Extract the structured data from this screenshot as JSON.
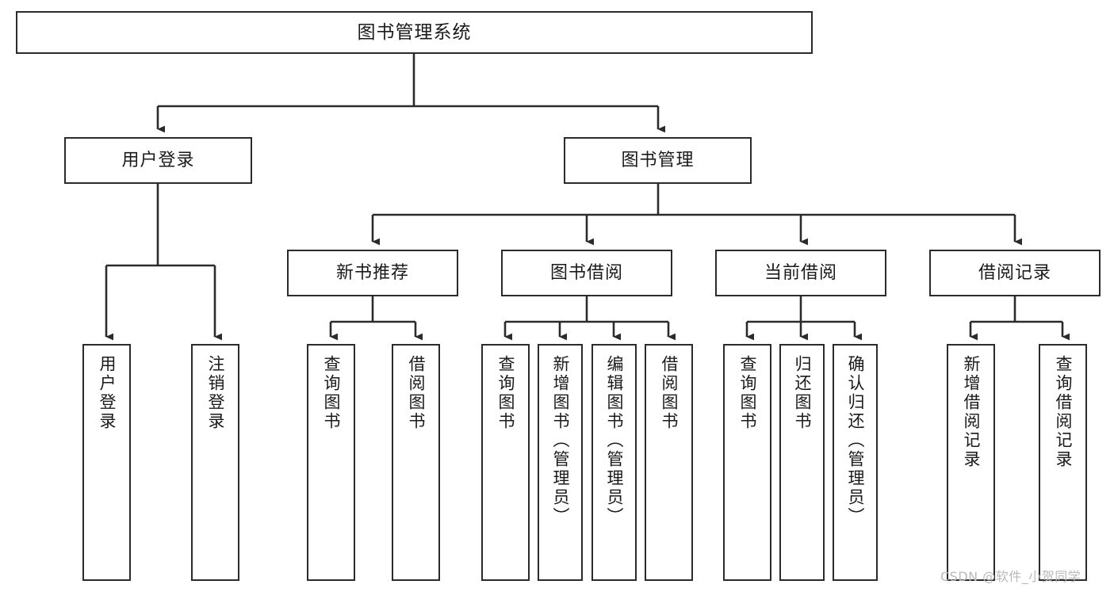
{
  "diagram": {
    "title": "图书管理系统",
    "type": "tree",
    "root": {
      "id": "root",
      "label": "图书管理系统"
    },
    "level2": [
      {
        "id": "user-login",
        "label": "用户登录"
      },
      {
        "id": "book-manage",
        "label": "图书管理"
      }
    ],
    "level3": [
      {
        "id": "new-book-recommend",
        "label": "新书推荐",
        "parent": "book-manage"
      },
      {
        "id": "book-borrow",
        "label": "图书借阅",
        "parent": "book-manage"
      },
      {
        "id": "current-borrow",
        "label": "当前借阅",
        "parent": "book-manage"
      },
      {
        "id": "borrow-record",
        "label": "借阅记录",
        "parent": "book-manage"
      }
    ],
    "leaves": [
      {
        "id": "leaf-user-login",
        "label": "用户登录",
        "parent": "user-login"
      },
      {
        "id": "leaf-logout-login",
        "label": "注销登录",
        "parent": "user-login"
      },
      {
        "id": "leaf-query-book-1",
        "label": "查询图书",
        "parent": "new-book-recommend"
      },
      {
        "id": "leaf-borrow-book-1",
        "label": "借阅图书",
        "parent": "new-book-recommend"
      },
      {
        "id": "leaf-query-book-2",
        "label": "查询图书",
        "parent": "book-borrow"
      },
      {
        "id": "leaf-add-book",
        "label": "新增图书（管理员）",
        "parent": "book-borrow"
      },
      {
        "id": "leaf-edit-book",
        "label": "编辑图书（管理员）",
        "parent": "book-borrow"
      },
      {
        "id": "leaf-borrow-book-2",
        "label": "借阅图书",
        "parent": "book-borrow"
      },
      {
        "id": "leaf-query-book-3",
        "label": "查询图书",
        "parent": "current-borrow"
      },
      {
        "id": "leaf-return-book",
        "label": "归还图书",
        "parent": "current-borrow"
      },
      {
        "id": "leaf-confirm-return",
        "label": "确认归还（管理员）",
        "parent": "current-borrow"
      },
      {
        "id": "leaf-add-record",
        "label": "新增借阅记录",
        "parent": "borrow-record"
      },
      {
        "id": "leaf-query-record",
        "label": "查询借阅记录",
        "parent": "borrow-record"
      }
    ]
  },
  "watermark": {
    "text": "CSDN @软件_小贺同学"
  },
  "colors": {
    "background": "#ffffff",
    "box_fill": "#ffffff",
    "box_border": "#2b2b2b",
    "text": "#1a1a1a",
    "connector": "#2b2b2b",
    "watermark": "#b9b9b9"
  }
}
